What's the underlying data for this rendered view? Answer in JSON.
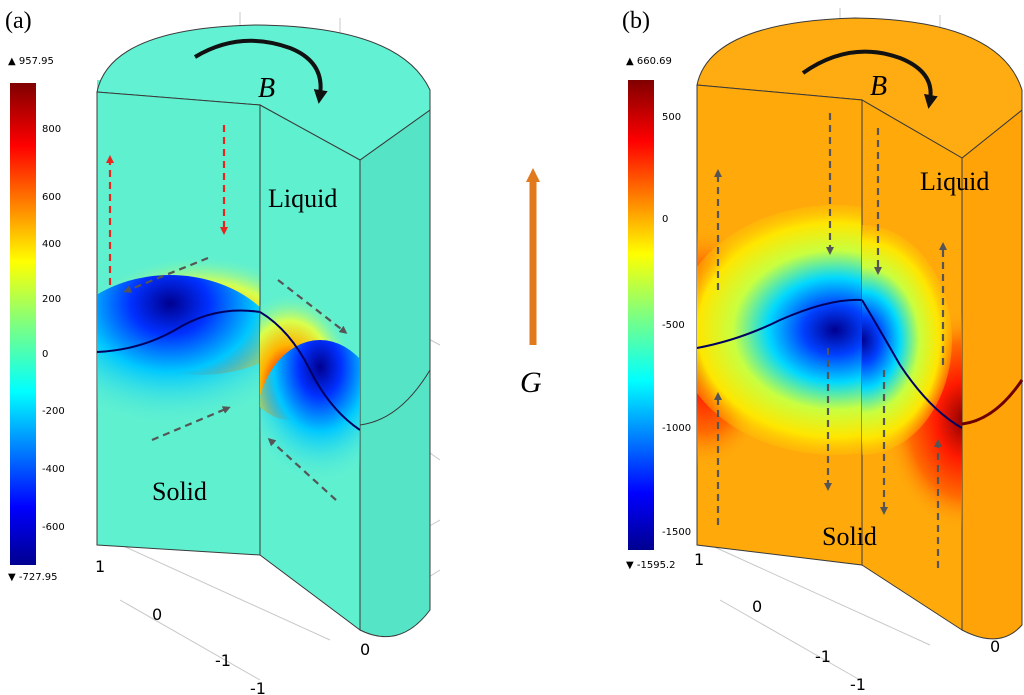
{
  "figure": {
    "gravity_label": "G",
    "gravity_arrow_color": "#e07a1c"
  },
  "panel_a": {
    "tag": "(a)",
    "field_label": "B",
    "liquid_label": "Liquid",
    "solid_label": "Solid",
    "colorbar": {
      "max_label": "▲ 957.95",
      "min_label": "▼ -727.95",
      "ticks": [
        "800",
        "600",
        "400",
        "200",
        "0",
        "-200",
        "-400",
        "-600"
      ],
      "colormap": "jet"
    },
    "axis_ticks": [
      "1",
      "0",
      "-1",
      "-1",
      "0"
    ],
    "arrows": {
      "red": 2,
      "gray": 4
    }
  },
  "panel_b": {
    "tag": "(b)",
    "field_label": "B",
    "liquid_label": "Liquid",
    "solid_label": "Solid",
    "colorbar": {
      "max_label": "▲ 660.69",
      "min_label": "▼ -1595.2",
      "ticks": [
        "500",
        "0",
        "-500",
        "-1000",
        "-1500"
      ],
      "colormap": "jet"
    },
    "axis_ticks": [
      "1",
      "0",
      "-1",
      "-1",
      "0"
    ],
    "arrows": {
      "gray": 8
    }
  },
  "colors": {
    "cyan_surface": "#5ff0d0",
    "orange_surface": "#ffa90a",
    "red_arrow": "#e8241c",
    "gray_arrow": "#555555",
    "edge": "#3a3a3a"
  }
}
